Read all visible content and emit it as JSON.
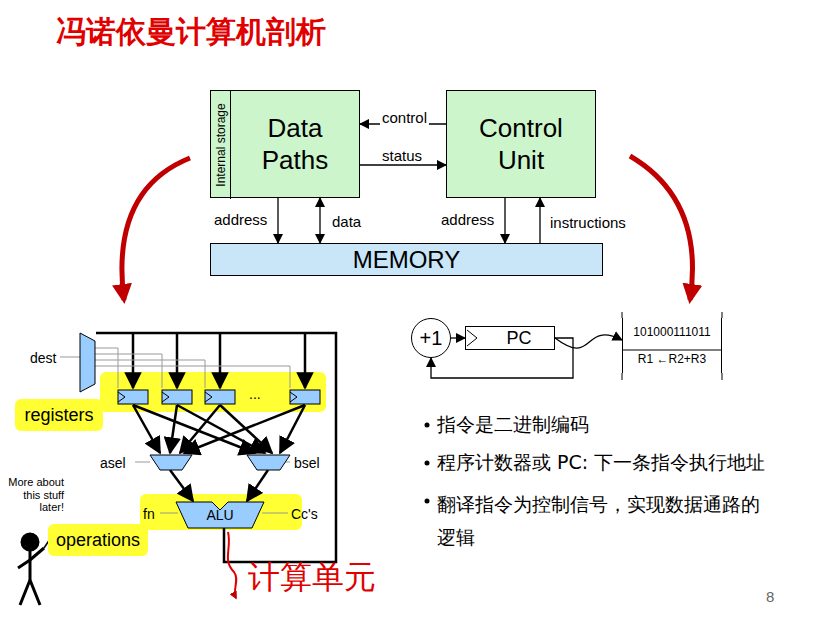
{
  "diagram": {
    "title": "冯诺依曼计算机剖析",
    "nodes": [
      {
        "text": [
          "Data Paths"
        ]
      },
      {
        "text": [
          "Internal storage"
        ],
        "in": 0
      },
      {
        "text": [
          "Control Unit"
        ]
      },
      {
        "text": [
          "MEMORY"
        ]
      },
      {
        "text": [
          "registers"
        ]
      },
      {
        "text": [
          "operations"
        ]
      },
      {
        "text": [
          "ALU"
        ]
      },
      {
        "text": [
          "+1"
        ]
      },
      {
        "text": [
          "PC"
        ]
      },
      {
        "text": [
          "101000111011",
          "R1 ←R2+R3"
        ]
      }
    ],
    "edges": [
      {
        "from": 2,
        "to": 0,
        "label": "control",
        "arrow": "to"
      },
      {
        "from": 0,
        "to": 2,
        "label": "status",
        "arrow": "to"
      },
      {
        "from": 0,
        "to": 3,
        "label": "address",
        "arrow": "to"
      },
      {
        "from": 0,
        "to": 3,
        "label": "data",
        "arrow": "both"
      },
      {
        "from": 2,
        "to": 3,
        "label": "address",
        "arrow": "to"
      },
      {
        "from": 3,
        "to": 2,
        "label": "instructions",
        "arrow": "to"
      },
      {
        "from": 7,
        "to": 8,
        "arrow": "to"
      },
      {
        "from": 8,
        "to": 7,
        "arrow": "to"
      },
      {
        "from": 8,
        "to": 9,
        "arrow": "to"
      }
    ],
    "labels": [
      "dest",
      "asel",
      "bsel",
      "fn",
      "Cc's",
      "...",
      "More about this stuff later!",
      "计算单元",
      "指令是二进制编码",
      "程序计数器或 PC: 下一条指令执行地址",
      "翻译指令为控制信号，实现数据通路的 逻辑",
      "8"
    ]
  }
}
